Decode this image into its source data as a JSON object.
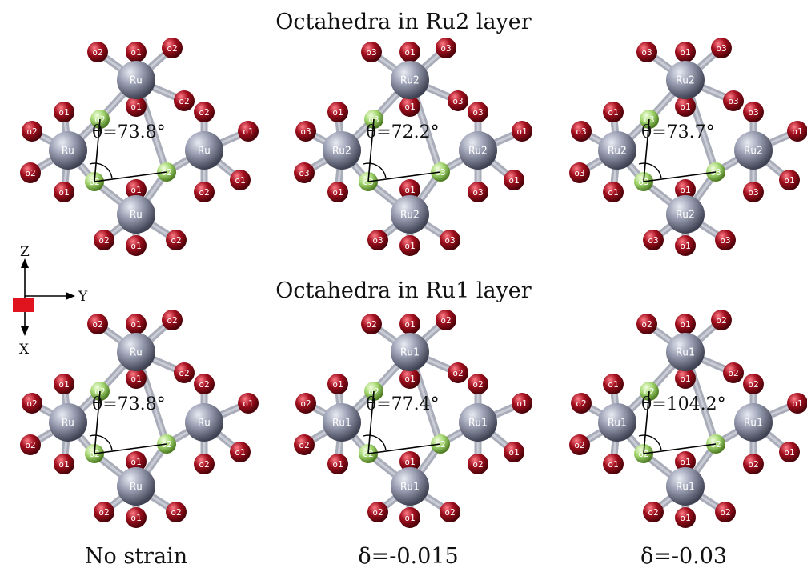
{
  "rows": [
    {
      "title": "Octahedra in Ru2 layer",
      "metal": "Ru2",
      "apical": "o1",
      "equatorial": "o3",
      "panels": [
        {
          "metal_label": "Ru",
          "oxygen_label": "o2",
          "angle": "θ=73.8°"
        },
        {
          "metal_label": "Ru2",
          "oxygen_label": "o3",
          "angle": "θ=72.2°"
        },
        {
          "metal_label": "Ru2",
          "oxygen_label": "o3",
          "angle": "θ=73.7°"
        }
      ]
    },
    {
      "title": "Octahedra in Ru1 layer",
      "panels": [
        {
          "metal_label": "Ru",
          "oxygen_label": "o2",
          "angle": "θ=73.8°"
        },
        {
          "metal_label": "Ru1",
          "oxygen_label": "o2",
          "angle": "θ=77.4°"
        },
        {
          "metal_label": "Ru1",
          "oxygen_label": "o2",
          "angle": "θ=104.2°"
        }
      ]
    }
  ],
  "apical_label": "o1",
  "captions": [
    "No strain",
    "δ=-0.015",
    "δ=-0.03"
  ],
  "axes": {
    "z": "Z",
    "y": "Y",
    "x": "X"
  },
  "colors": {
    "metal": "#8b8fa3",
    "oxygen": "#9a0f1e",
    "shared_oxygen": "#9fd36a",
    "bond": "#a9acb9",
    "square": "#e0141e"
  }
}
